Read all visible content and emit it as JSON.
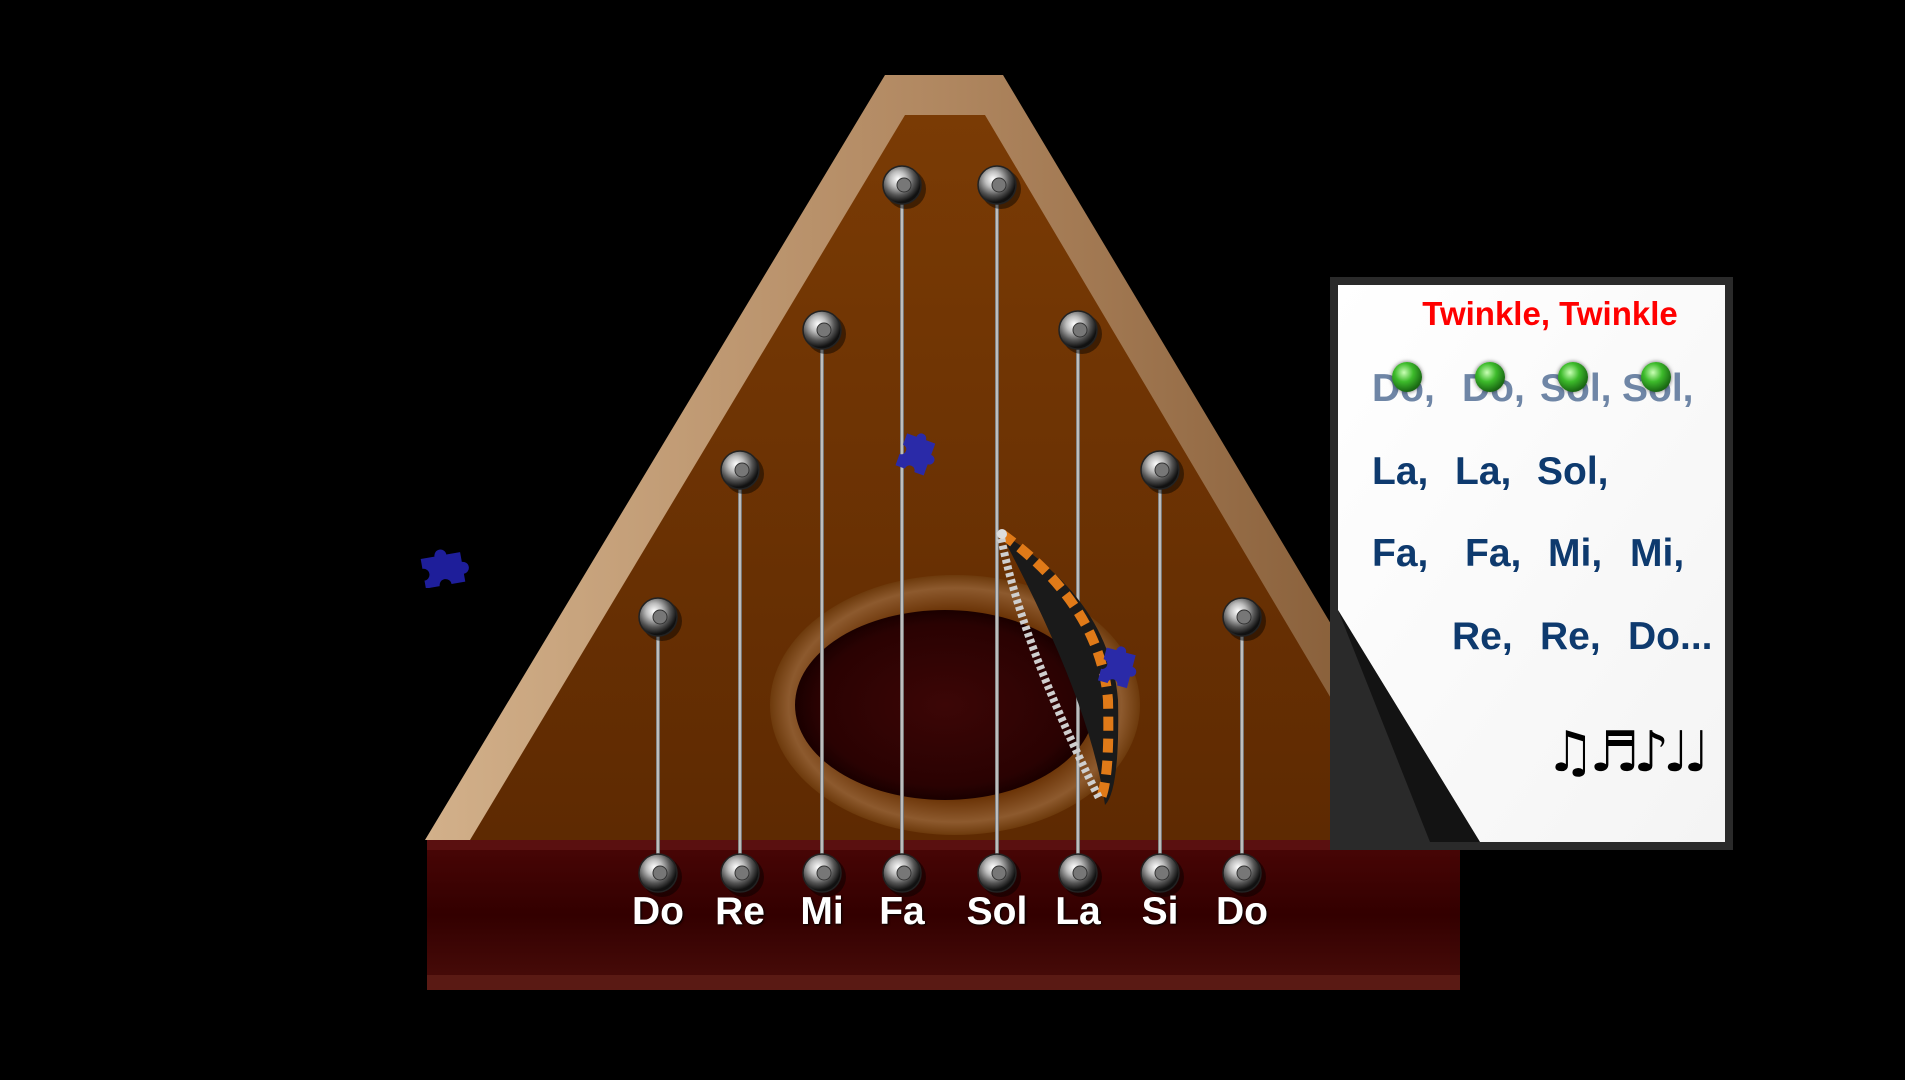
{
  "instrument": {
    "strings": [
      {
        "label": "Do"
      },
      {
        "label": "Re"
      },
      {
        "label": "Mi"
      },
      {
        "label": "Fa"
      },
      {
        "label": "Sol"
      },
      {
        "label": "La"
      },
      {
        "label": "Si"
      },
      {
        "label": "Do"
      }
    ]
  },
  "song_card": {
    "title": "Twinkle, Twinkle",
    "lines": [
      [
        "Do,",
        "Do,",
        "Sol,",
        "Sol,"
      ],
      [
        "La,",
        "La,",
        "Sol,"
      ],
      [
        "Fa,",
        "Fa,",
        "Mi,",
        "Mi,"
      ],
      [
        "Re,",
        "Re,",
        "Do..."
      ]
    ],
    "played_note_count": 4,
    "music_glyph": "♫♬♪♩♩"
  },
  "colors": {
    "wood": "#6b3202",
    "wood_rim": "#c09a72",
    "base": "#380000",
    "title": "#ff0000",
    "notes": "#0e3a6e",
    "puzzle_piece": "#1e1e9a",
    "progress_dot": "#3dbb2b"
  },
  "icons": [
    "puzzle-piece-icon",
    "music-notes-icon",
    "pick-icon",
    "tuning-peg-icon"
  ]
}
